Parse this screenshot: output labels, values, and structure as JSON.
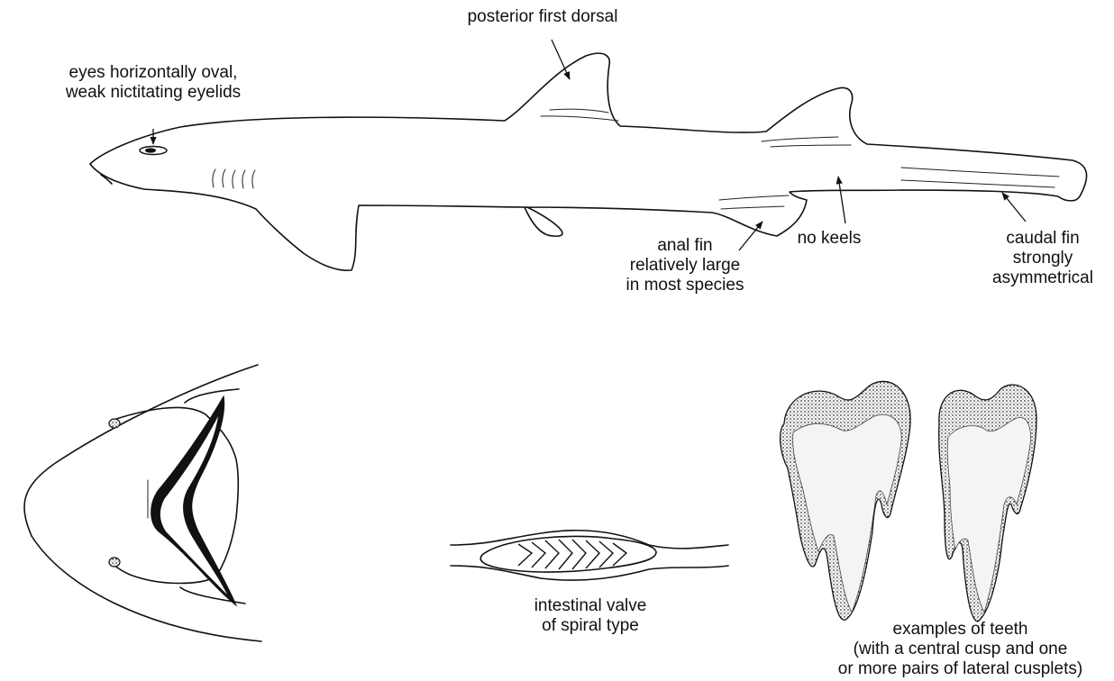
{
  "labels": {
    "eyes": [
      "eyes horizontally oval,",
      "weak nictitating eyelids"
    ],
    "dorsal": "posterior first dorsal",
    "anal": [
      "anal fin",
      "relatively large",
      "in most species"
    ],
    "keels": "no keels",
    "caudal": [
      "caudal fin",
      "strongly",
      "asymmetrical"
    ],
    "valve": [
      "intestinal valve",
      "of spiral type"
    ],
    "teeth": [
      "examples of teeth",
      "(with a central cusp and one",
      "or more pairs of lateral cusplets)"
    ]
  }
}
